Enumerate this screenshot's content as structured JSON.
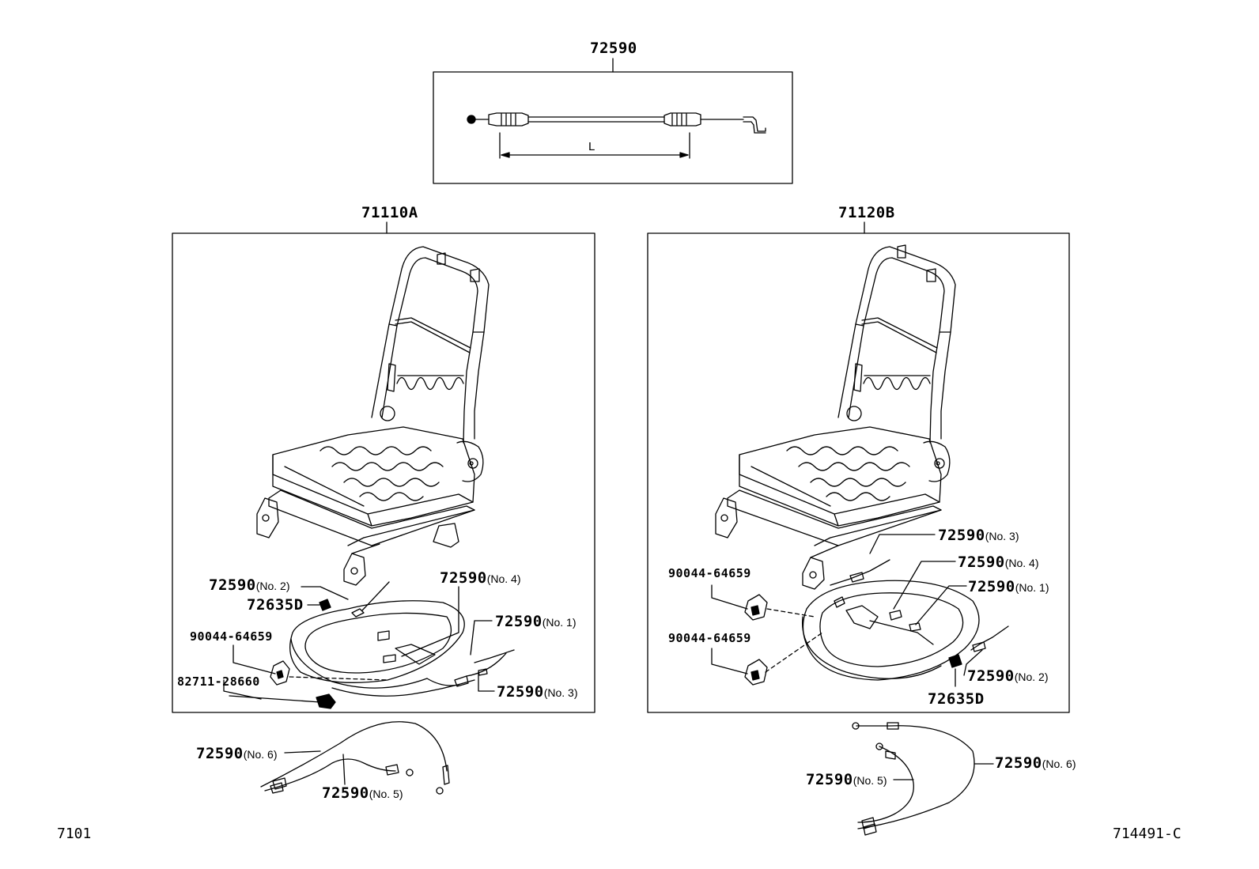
{
  "diagram": {
    "top_cable": {
      "part": "72590",
      "dimension": "L"
    },
    "left_assembly": {
      "part": "71110A",
      "callouts": {
        "cable_no2": {
          "part": "72590",
          "suffix": "(No. 2)"
        },
        "cover": {
          "part": "72635D"
        },
        "clip": {
          "part": "90044-64659"
        },
        "tie": {
          "part": "82711-28660"
        },
        "cable_no4": {
          "part": "72590",
          "suffix": "(No. 4)"
        },
        "cable_no1": {
          "part": "72590",
          "suffix": "(No. 1)"
        },
        "cable_no3": {
          "part": "72590",
          "suffix": "(No. 3)"
        }
      }
    },
    "right_assembly": {
      "part": "71120B",
      "callouts": {
        "cable_no3": {
          "part": "72590",
          "suffix": "(No. 3)"
        },
        "clip_upper": {
          "part": "90044-64659"
        },
        "cable_no4": {
          "part": "72590",
          "suffix": "(No. 4)"
        },
        "cable_no1": {
          "part": "72590",
          "suffix": "(No. 1)"
        },
        "clip_lower": {
          "part": "90044-64659"
        },
        "cable_no2": {
          "part": "72590",
          "suffix": "(No. 2)"
        },
        "cover": {
          "part": "72635D"
        }
      }
    },
    "left_outside": {
      "cable_no6": {
        "part": "72590",
        "suffix": "(No. 6)"
      },
      "cable_no5": {
        "part": "72590",
        "suffix": "(No. 5)"
      }
    },
    "right_outside": {
      "cable_no5": {
        "part": "72590",
        "suffix": "(No. 5)"
      },
      "cable_no6": {
        "part": "72590",
        "suffix": "(No. 6)"
      }
    },
    "page_code_left": "7101",
    "page_code_right": "714491-C"
  }
}
